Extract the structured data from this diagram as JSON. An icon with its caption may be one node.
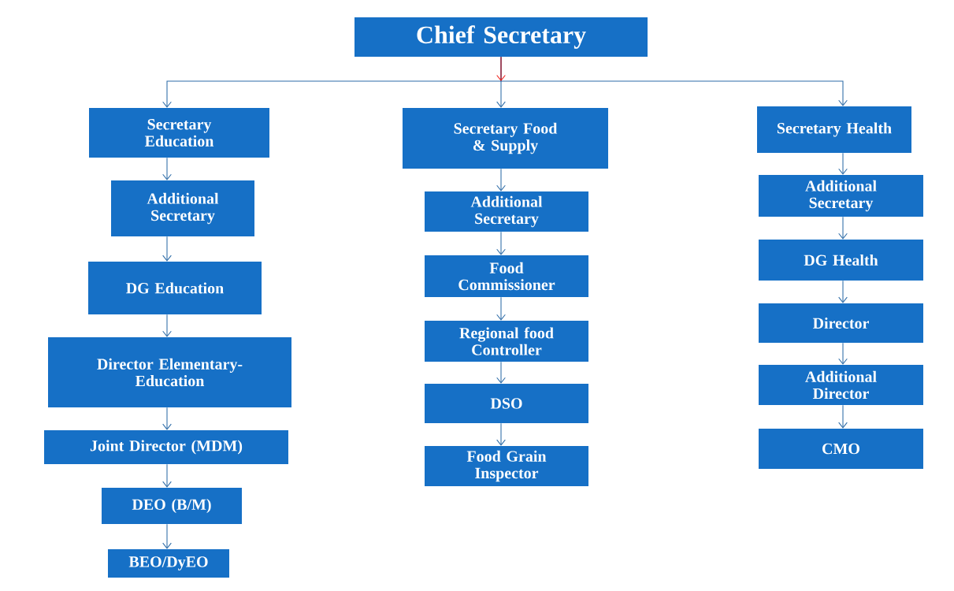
{
  "diagram": {
    "nodes": [
      {
        "text": [
          "Chief Secretary"
        ]
      },
      {
        "text": [
          "Secretary Education"
        ]
      },
      {
        "text": [
          "Secretary Food & Supply"
        ]
      },
      {
        "text": [
          "Secretary Health"
        ]
      },
      {
        "text": [
          "Additional Secretary"
        ]
      },
      {
        "text": [
          "DG Education"
        ]
      },
      {
        "text": [
          "Director Elementary-Education"
        ]
      },
      {
        "text": [
          "Joint Director (MDM)"
        ]
      },
      {
        "text": [
          "DEO (B/M)"
        ]
      },
      {
        "text": [
          "BEO/DyEO"
        ]
      },
      {
        "text": [
          "Additional Secretary"
        ]
      },
      {
        "text": [
          "Food Commissioner"
        ]
      },
      {
        "text": [
          "Regional food Controller"
        ]
      },
      {
        "text": [
          "DSO"
        ]
      },
      {
        "text": [
          "Food Grain Inspector"
        ]
      },
      {
        "text": [
          "Additional Secretary"
        ]
      },
      {
        "text": [
          "DG Health"
        ]
      },
      {
        "text": [
          "Director"
        ]
      },
      {
        "text": [
          "Additional Director"
        ]
      },
      {
        "text": [
          "CMO"
        ]
      }
    ],
    "edges": [
      {
        "from": 0,
        "to": 1,
        "arrow": "to"
      },
      {
        "from": 0,
        "to": 2,
        "arrow": "to"
      },
      {
        "from": 0,
        "to": 3,
        "arrow": "to"
      },
      {
        "from": 1,
        "to": 4,
        "arrow": "to"
      },
      {
        "from": 4,
        "to": 5,
        "arrow": "to"
      },
      {
        "from": 5,
        "to": 6,
        "arrow": "to"
      },
      {
        "from": 6,
        "to": 7,
        "arrow": "to"
      },
      {
        "from": 7,
        "to": 8,
        "arrow": "to"
      },
      {
        "from": 8,
        "to": 9,
        "arrow": "to"
      },
      {
        "from": 2,
        "to": 10,
        "arrow": "to"
      },
      {
        "from": 10,
        "to": 11,
        "arrow": "to"
      },
      {
        "from": 11,
        "to": 12,
        "arrow": "to"
      },
      {
        "from": 12,
        "to": 13,
        "arrow": "to"
      },
      {
        "from": 13,
        "to": 14,
        "arrow": "to"
      },
      {
        "from": 3,
        "to": 15,
        "arrow": "to"
      },
      {
        "from": 15,
        "to": 16,
        "arrow": "to"
      },
      {
        "from": 16,
        "to": 17,
        "arrow": "to"
      },
      {
        "from": 17,
        "to": 18,
        "arrow": "to"
      },
      {
        "from": 18,
        "to": 19,
        "arrow": "to"
      }
    ]
  }
}
